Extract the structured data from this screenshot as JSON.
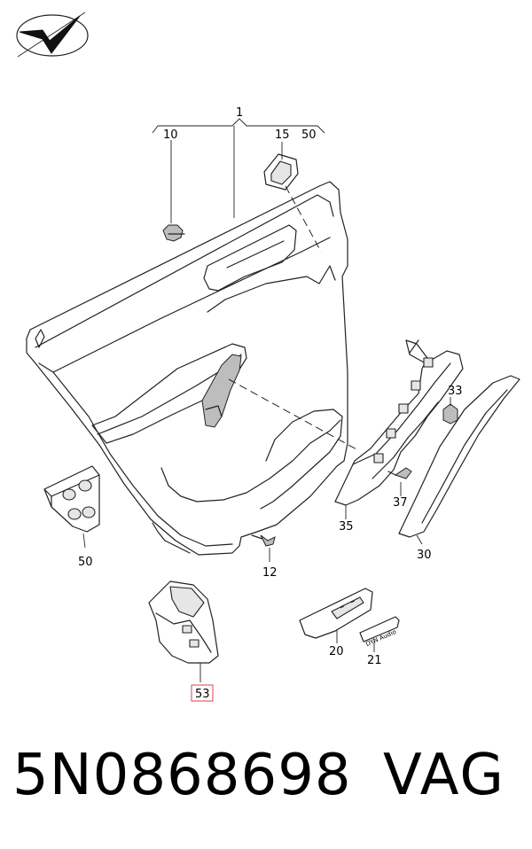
{
  "labels": {
    "l1": "1",
    "l10": "10",
    "l15": "15",
    "l50top": "50",
    "l33": "33",
    "l37": "37",
    "l35": "35",
    "l30": "30",
    "l50": "50",
    "l12": "12",
    "l20": "20",
    "l21": "21",
    "l53": "53"
  },
  "badge_text": "DYN Audio",
  "part_number": "5N0868698",
  "brand": "VAG",
  "highlight_color": "#e04040"
}
